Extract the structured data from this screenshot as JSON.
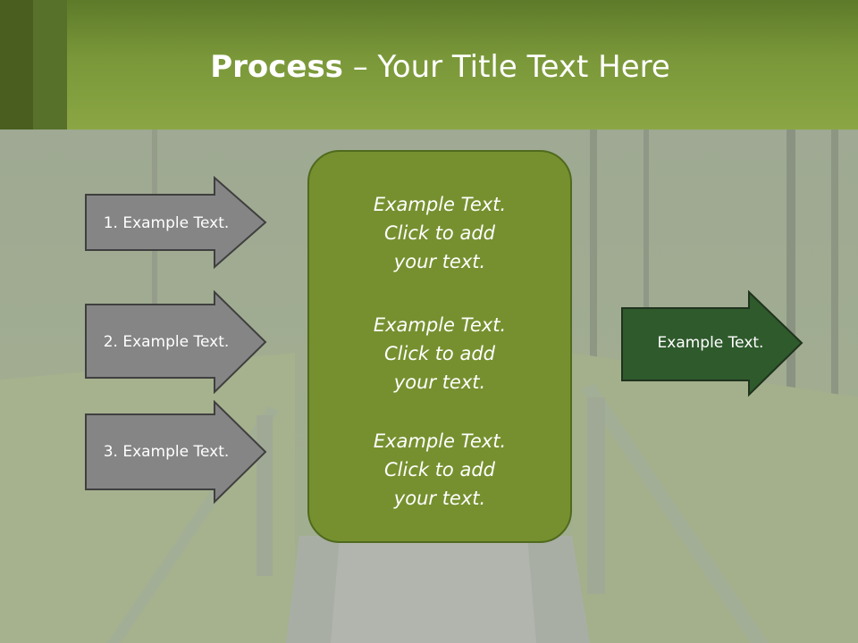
{
  "title": {
    "bold": "Process",
    "rest": " – Your Title Text Here"
  },
  "left_arrows": [
    {
      "label": "1. Example Text."
    },
    {
      "label": "2. Example Text."
    },
    {
      "label": "3. Example Text."
    }
  ],
  "center_box": {
    "paragraphs": [
      {
        "line1": "Example Text.",
        "line2": "Click  to add",
        "line3": "your text."
      },
      {
        "line1": "Example Text.",
        "line2": "Click  to add",
        "line3": "your text."
      },
      {
        "line1": "Example Text.",
        "line2": "Click  to add",
        "line3": "your text."
      }
    ]
  },
  "right_arrow": {
    "label": "Example Text."
  },
  "colors": {
    "header": "#7a9839",
    "center_box": "#76902f",
    "gray_arrow": "#858585",
    "green_arrow": "#2f5a2c"
  }
}
